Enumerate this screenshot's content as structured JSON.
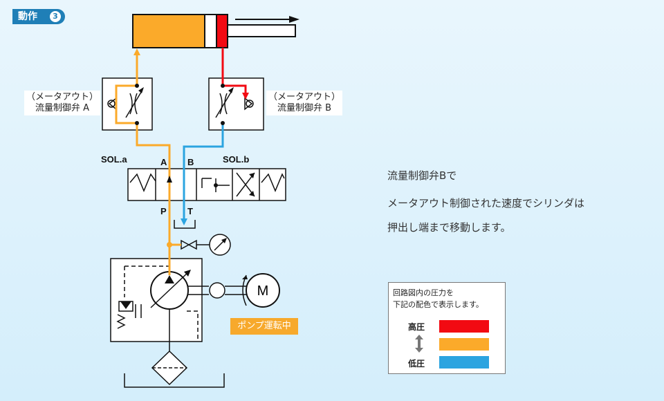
{
  "header": {
    "label": "動作",
    "step": "3"
  },
  "diagram": {
    "flow_left": {
      "line1": "（メータアウト）",
      "line2": "流量制御弁 A"
    },
    "flow_right": {
      "line1": "（メータアウト）",
      "line2": "流量制御弁 B"
    },
    "sol_a": "SOL.a",
    "sol_b": "SOL.b",
    "port_a": "A",
    "port_b": "B",
    "port_p": "P",
    "port_t": "T",
    "motor": "M",
    "pump_status": "ポンプ運転中"
  },
  "description": {
    "line1": "流量制御弁Bで",
    "line2": "メータアウト制御された速度でシリンダは",
    "line3": "押出し端まで移動します。"
  },
  "legend": {
    "heading1": "回路図内の圧力を",
    "heading2": "下記の配色で表示します。",
    "high": "高圧",
    "low": "低圧",
    "colors": {
      "high": "#f20a12",
      "mid": "#fbaa2a",
      "low": "#2ba4e0"
    }
  },
  "colors": {
    "accent": "#1f7fb7",
    "cylinder_fill": "#fbaa2a"
  }
}
